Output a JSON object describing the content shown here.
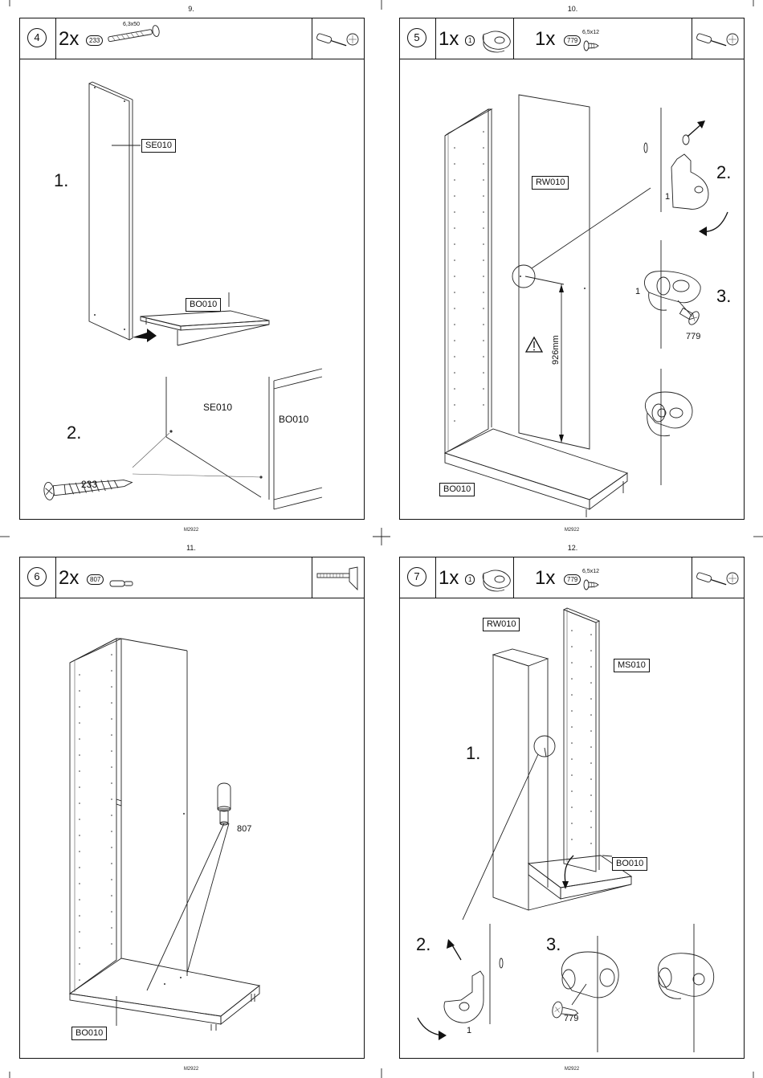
{
  "page_numbers": [
    "9.",
    "10.",
    "11.",
    "12."
  ],
  "footer_code": "M2922",
  "steps": [
    {
      "number": "4",
      "parts": [
        {
          "qty": "2x",
          "id": "233",
          "spec": "6,3x50"
        }
      ],
      "labels": {
        "side": "SE010",
        "bottom": "BO010",
        "side_detail": "SE010",
        "bottom_detail": "BO010",
        "sub1": "1.",
        "sub2": "2.",
        "part": "233"
      }
    },
    {
      "number": "5",
      "parts": [
        {
          "qty": "1x",
          "id": "1",
          "spec": ""
        },
        {
          "qty": "1x",
          "id": "779",
          "spec": "6,5x12"
        }
      ],
      "labels": {
        "back": "RW010",
        "bottom": "BO010",
        "dimension": "926mm",
        "sub2": "2.",
        "sub3": "3.",
        "bracket": "1",
        "bracket2": "1",
        "screw": "779"
      }
    },
    {
      "number": "6",
      "parts": [
        {
          "qty": "2x",
          "id": "807",
          "spec": ""
        }
      ],
      "labels": {
        "bottom": "BO010",
        "dowel": "807"
      }
    },
    {
      "number": "7",
      "parts": [
        {
          "qty": "1x",
          "id": "1",
          "spec": ""
        },
        {
          "qty": "1x",
          "id": "779",
          "spec": "6,5x12"
        }
      ],
      "labels": {
        "back": "RW010",
        "middle": "MS010",
        "bottom": "BO010",
        "sub1": "1.",
        "sub2": "2.",
        "sub3": "3.",
        "bracket": "1",
        "screw": "779"
      }
    }
  ]
}
